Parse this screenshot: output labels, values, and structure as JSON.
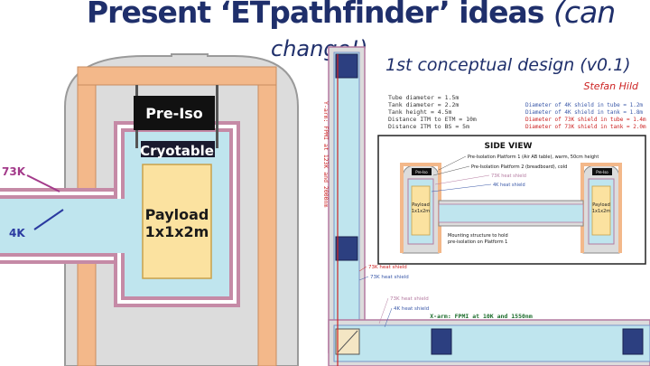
{
  "slide": {
    "title_main": "Present ‘ETpathfinder’ ideas",
    "title_tail": "(can",
    "title_line2": "change!)"
  },
  "left_diagram": {
    "pre_iso_label": "Pre-Iso",
    "cryotable_label": "Cryotable",
    "payload_label_1": "Payload",
    "payload_label_2": "1x1x2m",
    "temp_73k": "73K",
    "temp_4k": "4K"
  },
  "right_diagram": {
    "heading": "1st conceptual design (v0.1)",
    "author": "Stefan Hild",
    "specs_left": [
      "Tube diameter = 1.5m",
      "Tank diameter = 2.2m",
      "Tank height = 4.5m",
      "Distance ITM to ETM = 10m",
      "Distance ITM to BS = 5m"
    ],
    "specs_right": [
      "Diameter of 4K shield in tube = 1.2m",
      "Diameter of 4K shield in tank = 1.8m",
      "Diameter of 73K shield in tube = 1.4m",
      "Diameter of 73K shield in tank = 2.0m"
    ],
    "side_view_title": "SIDE VIEW",
    "side_view_notes": [
      "Pre-Isolation Platform 1 (Air AB table), warm, 50cm height",
      "Pre-Isolation Platform 2 (breadboard), cold",
      "73K heat shield",
      "4K heat shield"
    ],
    "mounting_note_1": "Mounting structure to hold",
    "mounting_note_2": "pre-isolation on Platform 1",
    "side_preiso": "Pre-Iso",
    "side_payload": "Payload",
    "side_payload_size": "1x1x2m",
    "y_arm_label": "Y-arm: FPMI at 123K and 2000nm",
    "x_arm_label": "X-arm: FPMI at 10K and 1550nm",
    "shield_notes_top": [
      "73K heat shield",
      "73K heat shield"
    ],
    "shield_notes_bottom": [
      "73K heat shield",
      "4K heat shield"
    ]
  },
  "colors": {
    "copper": "#f3b88a",
    "vessel_gray": "#dcdcdc",
    "shield_73k": "#c58aa6",
    "shield_4k": "#3a58a8",
    "cryo_blue": "#bfe5ee",
    "payload_yellow": "#fbe2a0",
    "title_navy": "#1f2f6b",
    "red": "#cc2222"
  }
}
